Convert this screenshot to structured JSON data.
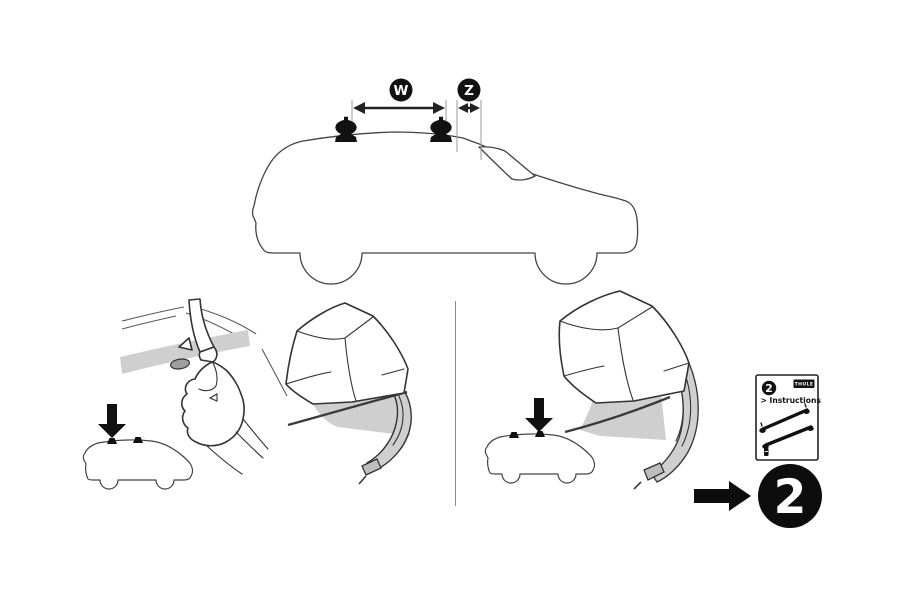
{
  "document": {
    "background": "#ffffff",
    "kind": "roof-rack-fitting-instruction-diagram"
  },
  "colors": {
    "ink": "#111111",
    "outline": "#333333",
    "shade": "#cfcfcf",
    "guide": "#9a9a9a",
    "background": "#ffffff"
  },
  "top_diagram": {
    "width_label": "W",
    "offset_label": "Z"
  },
  "icons": {
    "down_arrow": "solid black arrow pointing down at roof mounting point",
    "right_arrow": "solid black arrow pointing right at step circle",
    "mount_foot": "black roof-bar foot silhouette"
  },
  "booklet": {
    "badge": "2",
    "brand": "THULE",
    "label": "> Instructions"
  },
  "step_indicator": {
    "number": "2"
  }
}
